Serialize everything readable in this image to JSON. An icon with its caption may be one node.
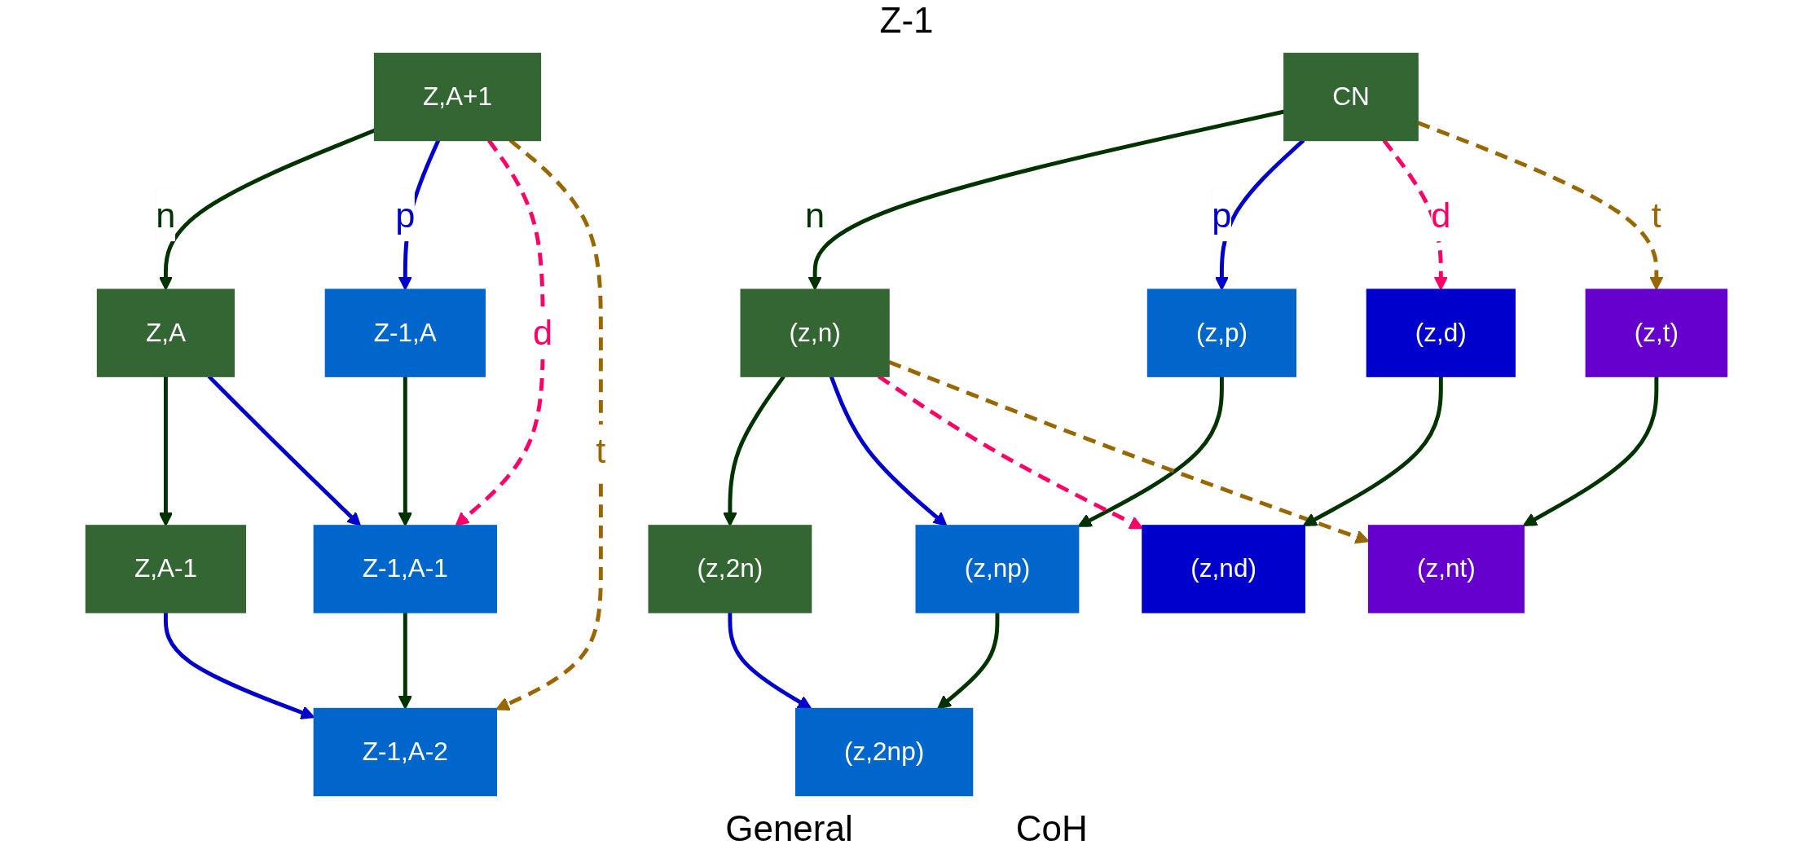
{
  "diagram": {
    "nodes": [
      {
        "text": [
          "Z,A+1"
        ]
      },
      {
        "text": [
          "Z,A"
        ]
      },
      {
        "text": [
          "Z-1,A"
        ]
      },
      {
        "text": [
          "Z,A-1"
        ]
      },
      {
        "text": [
          "Z-1,A-1"
        ]
      },
      {
        "text": [
          "Z-1,A-2"
        ]
      },
      {
        "text": [
          "CN"
        ]
      },
      {
        "text": [
          "(z,p)"
        ]
      },
      {
        "text": [
          "(z,n)"
        ]
      },
      {
        "text": [
          "(z,d)"
        ]
      },
      {
        "text": [
          "(z,np)"
        ]
      },
      {
        "text": [
          "(z,2n)"
        ]
      },
      {
        "text": [
          "(z,t)"
        ]
      },
      {
        "text": [
          "(z,nd)"
        ]
      },
      {
        "text": [
          "(z,2np)"
        ]
      },
      {
        "text": [
          "(z,nt)"
        ]
      }
    ],
    "edges": [
      {
        "from": 0,
        "to": 1,
        "arrow": "to",
        "label": "n"
      },
      {
        "from": 0,
        "to": 2,
        "arrow": "to",
        "label": "p",
        "color": "#0000cc"
      },
      {
        "from": 0,
        "to": 4,
        "arrow": "to",
        "label": "d",
        "style": "dashed",
        "color": "#ff0066"
      },
      {
        "from": 0,
        "to": 5,
        "arrow": "to",
        "label": "t",
        "style": "dashed",
        "color": "#996600"
      },
      {
        "from": 1,
        "to": 3,
        "arrow": "to"
      },
      {
        "from": 1,
        "to": 4,
        "arrow": "to",
        "color": "#0000cc"
      },
      {
        "from": 2,
        "to": 4,
        "arrow": "to"
      },
      {
        "from": 3,
        "to": 5,
        "arrow": "to",
        "color": "#0000cc"
      },
      {
        "from": 4,
        "to": 5,
        "arrow": "to"
      },
      {
        "from": 6,
        "to": 8,
        "arrow": "to",
        "label": "n"
      },
      {
        "from": 6,
        "to": 7,
        "arrow": "to",
        "label": "p",
        "color": "#0000cc"
      },
      {
        "from": 6,
        "to": 9,
        "arrow": "to",
        "label": "d",
        "style": "dashed",
        "color": "#ff0066"
      },
      {
        "from": 6,
        "to": 12,
        "arrow": "to",
        "label": "t",
        "style": "dashed",
        "color": "#996600"
      },
      {
        "from": 7,
        "to": 10,
        "arrow": "to"
      },
      {
        "from": 8,
        "to": 11,
        "arrow": "to"
      },
      {
        "from": 8,
        "to": 10,
        "arrow": "to",
        "color": "#0000cc"
      },
      {
        "from": 8,
        "to": 13,
        "arrow": "to",
        "style": "dashed",
        "color": "#ff0066"
      },
      {
        "from": 8,
        "to": 15,
        "arrow": "to",
        "style": "dashed",
        "color": "#996600"
      },
      {
        "from": 10,
        "to": 14,
        "arrow": "to"
      },
      {
        "from": 9,
        "to": 13,
        "arrow": "to"
      },
      {
        "from": 12,
        "to": 15,
        "arrow": "to"
      },
      {
        "from": 11,
        "to": 14,
        "arrow": "to",
        "color": "#0000cc"
      }
    ],
    "labels": [
      "Z-1",
      "General",
      "CoH"
    ]
  }
}
